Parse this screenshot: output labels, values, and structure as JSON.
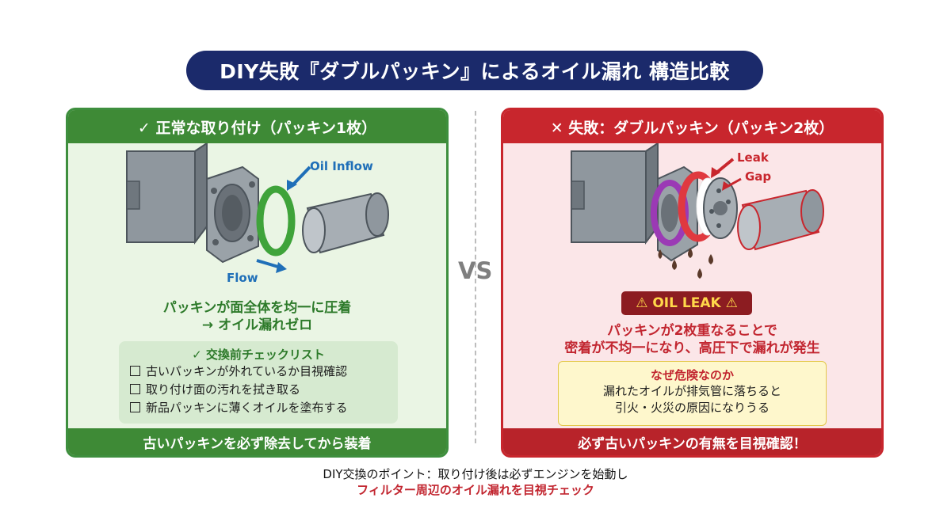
{
  "title": "DIY失敗『ダブルパッキン』によるオイル漏れ 構造比較",
  "vs_label": "VS",
  "left_panel": {
    "header": "✓ 正常な取り付け（パッキン1枚）",
    "labels": {
      "inflow": "Oil Inflow",
      "flow": "Flow"
    },
    "result_line1": "パッキンが面全体を均一に圧着",
    "result_line2": "→ オイル漏れゼロ",
    "checklist": {
      "title": "✓ 交換前チェックリスト",
      "items": [
        "古いパッキンが外れているか目視確認",
        "取り付け面の汚れを拭き取る",
        "新品パッキンに薄くオイルを塗布する"
      ]
    },
    "footer": "古いパッキンを必ず除去してから装着",
    "colors": {
      "accent": "#3e8a36",
      "background": "#eaf5e4"
    }
  },
  "right_panel": {
    "header": "✕ 失敗：ダブルパッキン（パッキン2枚）",
    "labels": {
      "leak": "Leak",
      "gap": "Gap"
    },
    "badge": "⚠ OIL LEAK ⚠",
    "result_line1": "パッキンが2枚重なることで",
    "result_line2": "密着が不均一になり、高圧下で漏れが発生",
    "danger": {
      "title": "なぜ危険なのか",
      "line1": "漏れたオイルが排気管に落ちると",
      "line2": "引火・火災の原因になりうる"
    },
    "footer": "必ず古いパッキンの有無を目視確認！",
    "colors": {
      "accent": "#c8262d",
      "background": "#fbe6e8"
    }
  },
  "footer": {
    "line1": "DIY交換のポイント：取り付け後は必ずエンジンを始動し",
    "line2": "フィルター周辺のオイル漏れを目視チェック"
  },
  "colors": {
    "title_bg": "#1b2a6b",
    "arrow_blue": "#1f6fb8",
    "oil_drop": "#5a3a2a"
  }
}
